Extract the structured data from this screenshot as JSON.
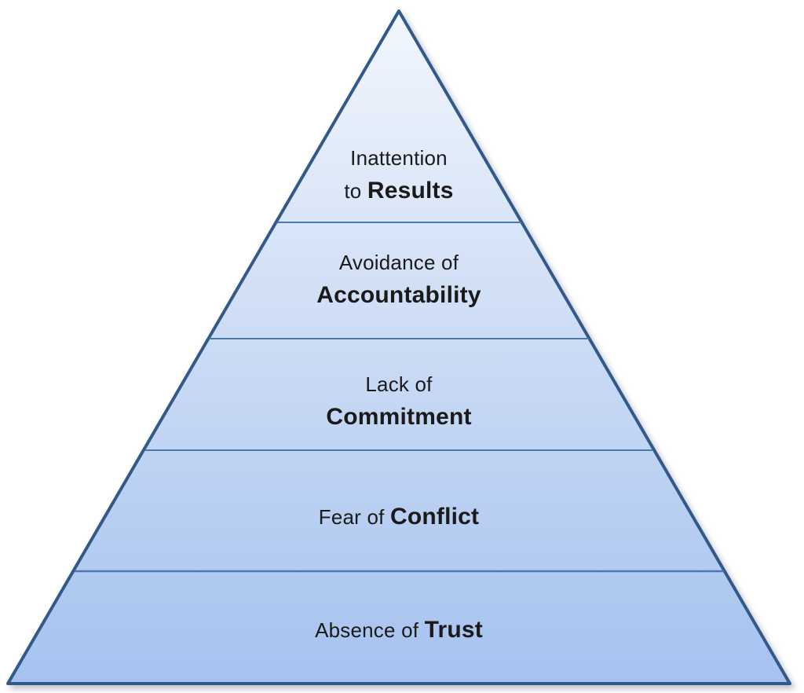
{
  "canvas": {
    "background": "#ffffff"
  },
  "pyramid": {
    "colors": {
      "fill_top": "#f2f6fd",
      "fill_upper_mid": "#dce7f8",
      "fill_lower_mid": "#c2d5f3",
      "fill_bottom": "#a5c2ef",
      "border": "#31598a",
      "divider": "#4d78ab",
      "text": "#1a1a1a"
    },
    "levels": [
      {
        "name": "inattention-to-results",
        "line1_normal": "Inattention",
        "line2_normal": "to ",
        "line2_bold": "Results"
      },
      {
        "name": "avoidance-of-accountability",
        "line1_normal": "Avoidance of",
        "line2_bold": "Accountability"
      },
      {
        "name": "lack-of-commitment",
        "line1_normal": "Lack of",
        "line2_bold": "Commitment"
      },
      {
        "name": "fear-of-conflict",
        "line1_normal": "Fear of ",
        "line1_bold": "Conflict"
      },
      {
        "name": "absence-of-trust",
        "line1_normal": "Absence of ",
        "line1_bold": "Trust"
      }
    ]
  }
}
